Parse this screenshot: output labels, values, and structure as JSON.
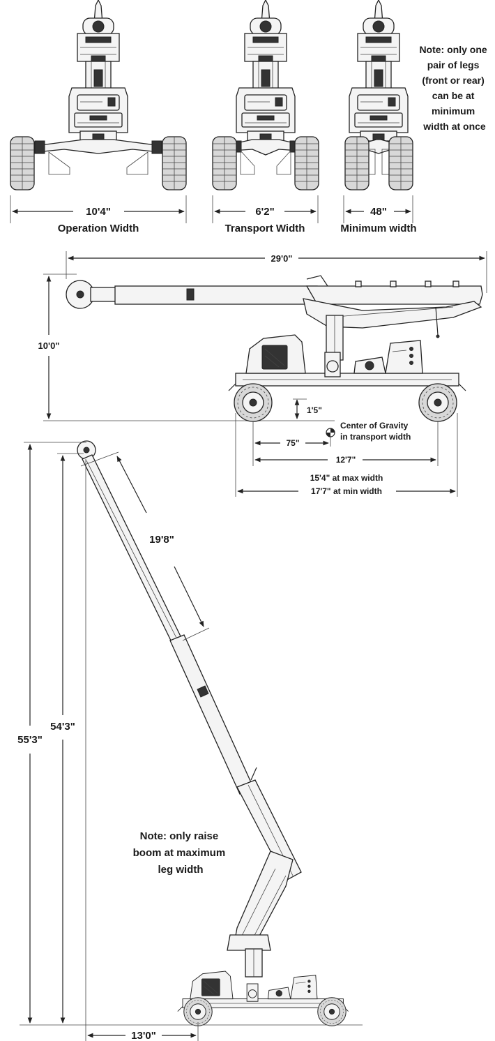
{
  "front_views": {
    "operation": {
      "dimension": "10'4\"",
      "caption": "Operation Width"
    },
    "transport": {
      "dimension": "6'2\"",
      "caption": "Transport Width"
    },
    "minimum": {
      "dimension": "48\"",
      "caption": "Minimum width"
    },
    "note_lines": [
      "Note: only one",
      "pair of legs",
      "(front or rear)",
      "can be at",
      "minimum",
      "width at once"
    ]
  },
  "side_view": {
    "overall_length": "29'0\"",
    "height": "10'0\"",
    "ground_clearance": "1'5\"",
    "cog_label_lines": [
      "Center of Gravity",
      "in transport width"
    ],
    "cog_distance": "75\"",
    "wheelbase": "12'7\"",
    "length_max_width": "15'4\" at max width",
    "length_min_width": "17'7\" at min width"
  },
  "raised_view": {
    "boom_section": "19'8\"",
    "tip_height": "55'3\"",
    "sheave_height": "54'3\"",
    "reach": "13'0\"",
    "note_lines": [
      "Note: only raise",
      "boom at maximum",
      "leg width"
    ]
  },
  "icons": [
    "center-of-gravity-icon",
    "dimension-arrow-icon"
  ]
}
